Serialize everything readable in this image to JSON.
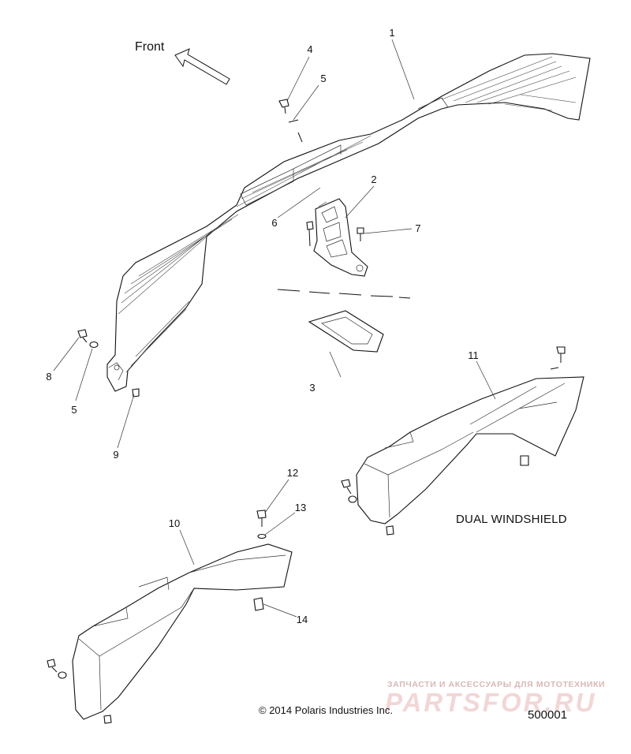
{
  "front_label": "Front",
  "variant_label": "DUAL WINDSHIELD",
  "copyright": "© 2014 Polaris Industries Inc.",
  "figure_id": "500001",
  "watermark": {
    "tagline": "ЗАПЧАСТИ И АКСЕССУАРЫ ДЛЯ МОТОТЕХНИКИ",
    "brand": "PARTSFOR.RU",
    "color": "#f2d6d6"
  },
  "callouts": [
    {
      "id": "c1",
      "text": "1"
    },
    {
      "id": "c2",
      "text": "2"
    },
    {
      "id": "c3",
      "text": "3"
    },
    {
      "id": "c4",
      "text": "4"
    },
    {
      "id": "c5a",
      "text": "5"
    },
    {
      "id": "c5b",
      "text": "5"
    },
    {
      "id": "c6",
      "text": "6"
    },
    {
      "id": "c7",
      "text": "7"
    },
    {
      "id": "c8",
      "text": "8"
    },
    {
      "id": "c9",
      "text": "9"
    },
    {
      "id": "c10",
      "text": "10"
    },
    {
      "id": "c11",
      "text": "11"
    },
    {
      "id": "c12",
      "text": "12"
    },
    {
      "id": "c13",
      "text": "13"
    },
    {
      "id": "c14",
      "text": "14"
    }
  ]
}
